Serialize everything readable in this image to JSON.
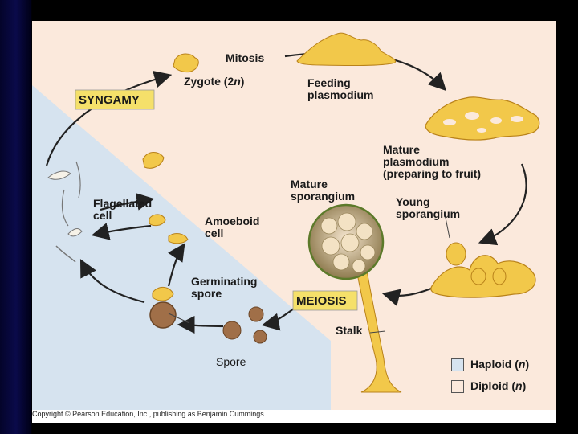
{
  "figure": {
    "labels": {
      "mitosis": "Mitosis",
      "zygote_prefix": "Zygote (2",
      "zygote_n": "n",
      "zygote_suffix": ")",
      "syngamy": "SYNGAMY",
      "feeding": "Feeding\nplasmodium",
      "mature_plasmodium": "Mature\nplasmodium\n(preparing to fruit)",
      "mature_sporangium": "Mature\nsporangium",
      "young_sporangium": "Young\nsporangium",
      "flagellated": "Flagellated\ncell",
      "amoeboid": "Amoeboid\ncell",
      "germinating": "Germinating\nspore",
      "meiosis": "MEIOSIS",
      "stalk": "Stalk",
      "spore": "Spore"
    },
    "legend": {
      "haploid_prefix": "Haploid (",
      "haploid_n": "n",
      "haploid_suffix": ")",
      "diploid_prefix": "Diploid (",
      "diploid_n": "n",
      "diploid_suffix": ")"
    },
    "copyright": "Copyright © Pearson Education, Inc., publishing as Benjamin Cummings.",
    "colors": {
      "haploid": "#d6e3ef",
      "diploid": "#fbe9dc",
      "organism": "#f2c84a",
      "organism_dark": "#c98f1c",
      "spore": "#b07a52",
      "label_box": "#f5e06a"
    }
  }
}
